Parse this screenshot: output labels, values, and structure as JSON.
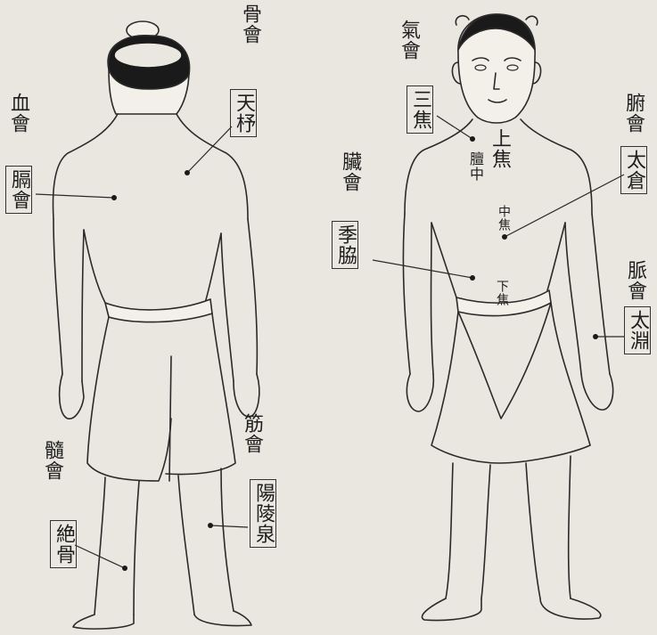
{
  "labels": {
    "bone_meeting": "骨會",
    "blood_meeting": "血會",
    "marrow_meeting": "髓會",
    "sinew_meeting": "筋會",
    "qi_meeting": "氣會",
    "viscera_meeting": "臟會",
    "bowel_meeting": "腑會",
    "vessel_meeting": "脈會"
  },
  "points": {
    "tianshu": "天杼",
    "geshu": "膈會",
    "jueshu": "絶骨",
    "yanglingquan": "陽陵泉",
    "sanjiao": "三焦",
    "zhangmen": "季脇",
    "taicang": "太倉",
    "taiyuan": "太淵"
  },
  "body_marks": {
    "upper_jiao": "上焦",
    "danzhong": "膻中",
    "middle_jiao": "中焦",
    "lower_jiao": "下焦"
  }
}
